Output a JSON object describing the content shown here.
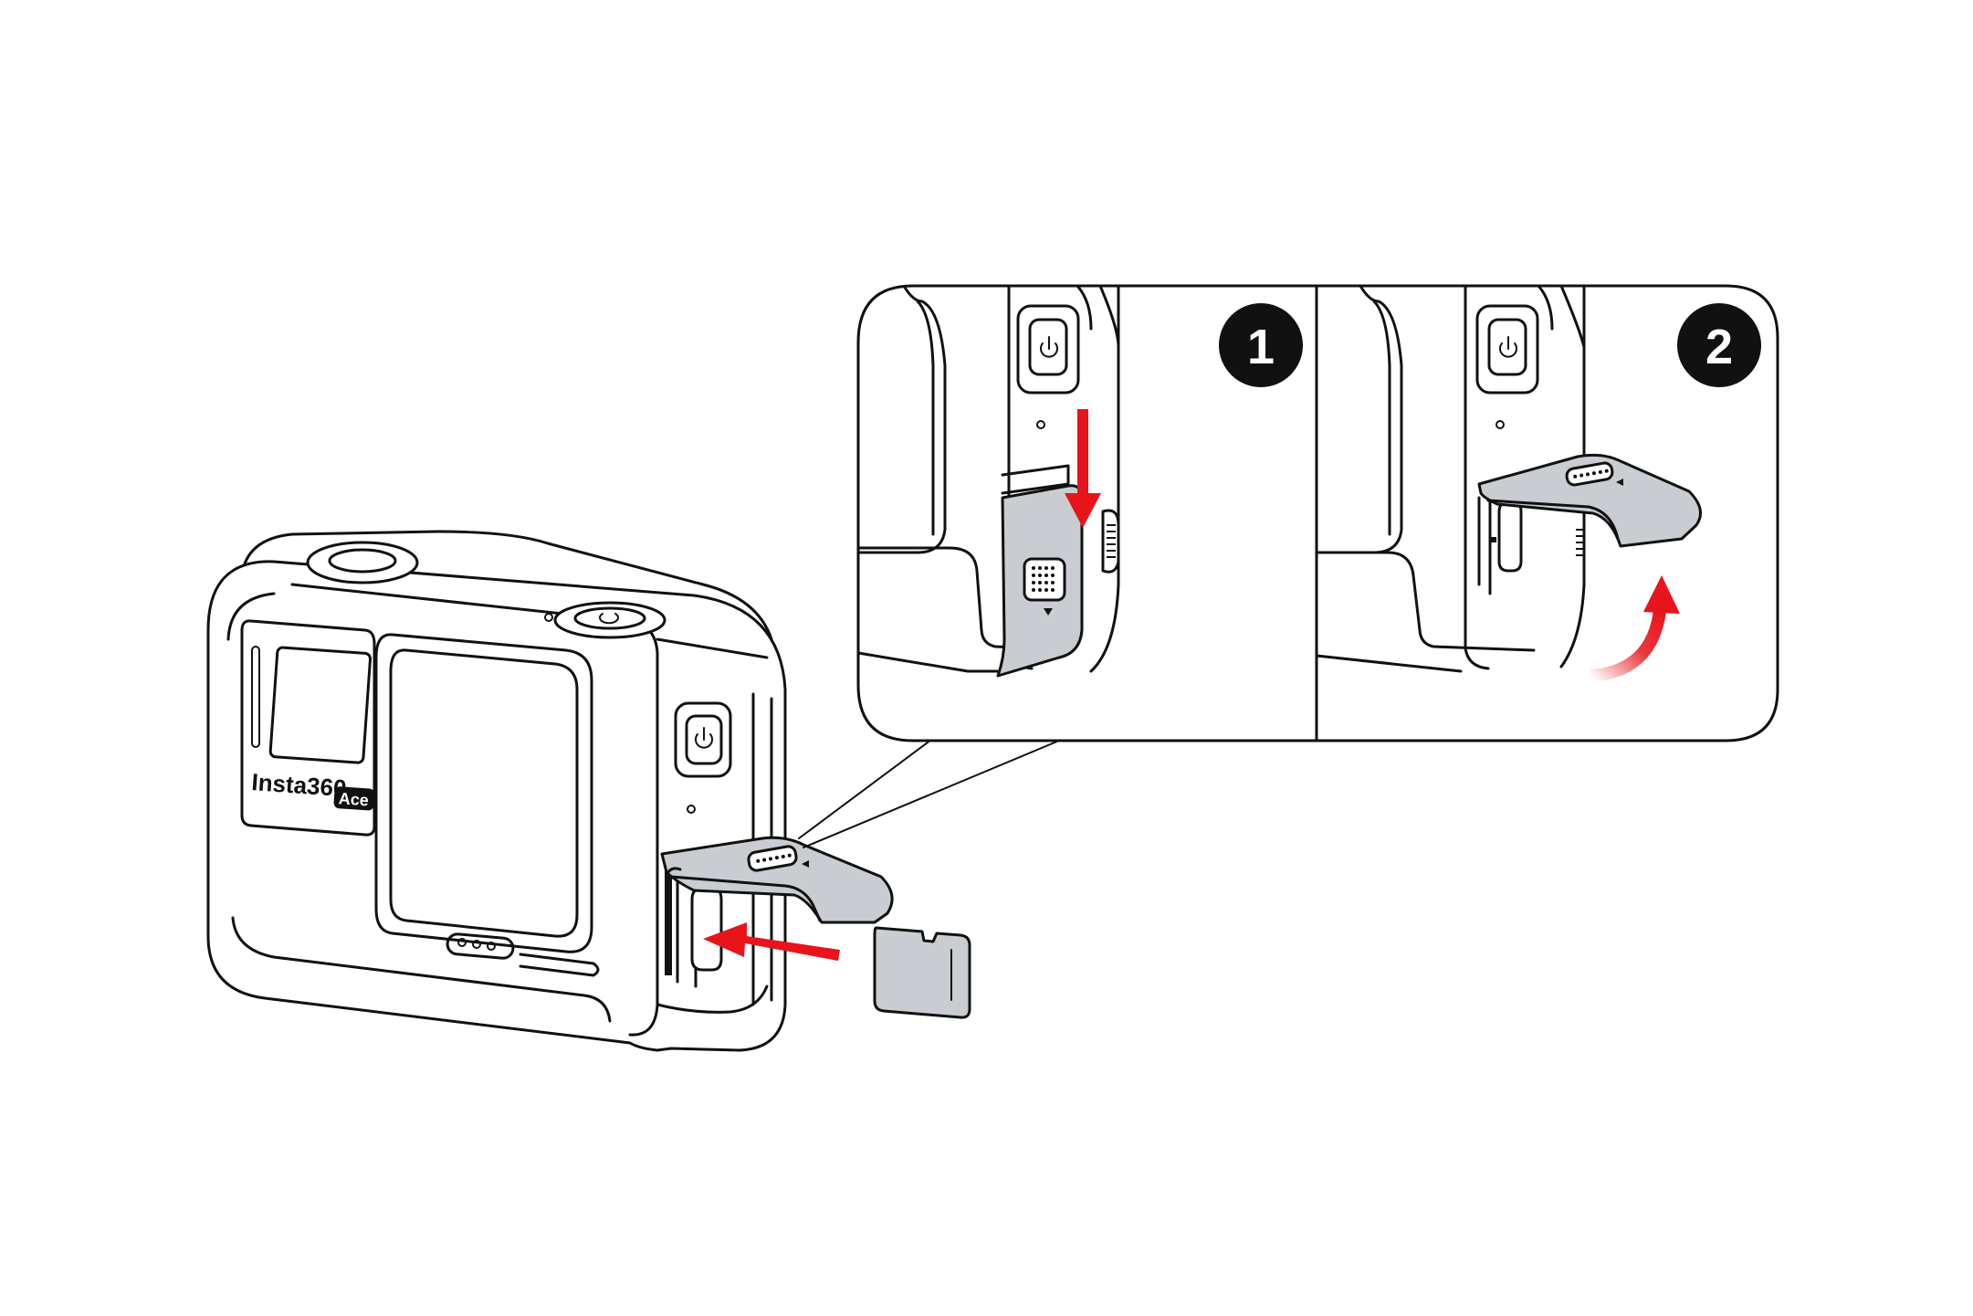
{
  "camera": {
    "brand": "Insta360",
    "model": "Ace"
  },
  "steps": [
    {
      "number": "1"
    },
    {
      "number": "2"
    }
  ],
  "colors": {
    "arrow": "#e8141c",
    "line": "#111111",
    "door_fill": "#c9ccd0",
    "card_fill": "#c9ccd0"
  },
  "icons": [
    "power-icon",
    "arrow-down-icon",
    "arrow-left-icon",
    "arrow-curved-up-icon"
  ]
}
